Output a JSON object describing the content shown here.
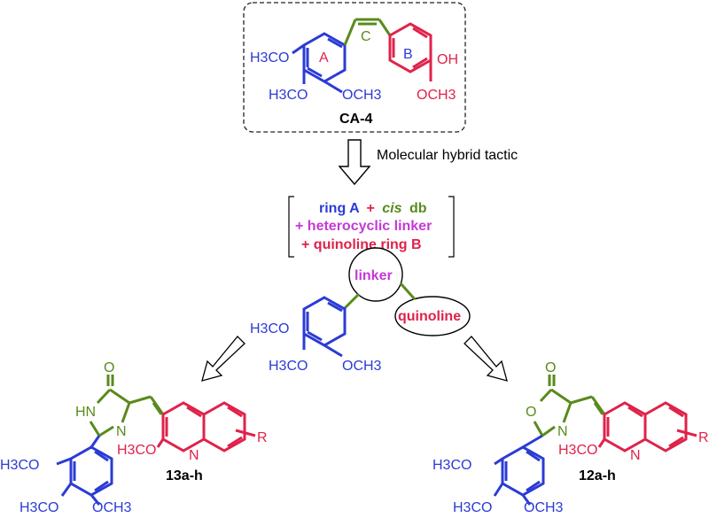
{
  "colors": {
    "blue": "#2b3bd6",
    "red": "#e0224a",
    "green": "#5a8a1c",
    "magenta": "#c43ad6",
    "black": "#000000"
  },
  "top": {
    "compound_label": "CA-4",
    "ring_a": "A",
    "ring_b": "B",
    "bridge_c": "C",
    "h3co_1": "H3CO",
    "h3co_2": "H3CO",
    "och3_a": "OCH3",
    "oh": "OH",
    "och3_b": "OCH3"
  },
  "arrow_label": "Molecular hybrid tactic",
  "strategy": {
    "line1_part1": "ring A",
    "line1_part2": "+",
    "line1_part3": "cis",
    "line1_part4": "db",
    "line2": "+ heterocyclic linker",
    "line3": "+ quinoline ring B"
  },
  "middle": {
    "linker": "linker",
    "quinoline": "quinoline",
    "h3co_1": "H3CO",
    "h3co_2": "H3CO",
    "och3": "OCH3"
  },
  "left_compound": {
    "label": "13a-h",
    "o": "O",
    "hn": "HN",
    "n_ring": "N",
    "n_quin": "N",
    "h3co_quin": "H3CO",
    "r": "R",
    "h3co_1": "H3CO",
    "h3co_2": "H3CO",
    "och3": "OCH3"
  },
  "right_compound": {
    "label": "12a-h",
    "o_carbonyl": "O",
    "o_ring": "O",
    "n_ring": "N",
    "n_quin": "N",
    "h3co_quin": "H3CO",
    "r": "R",
    "h3co_1": "H3CO",
    "h3co_2": "H3CO",
    "och3": "OCH3"
  }
}
